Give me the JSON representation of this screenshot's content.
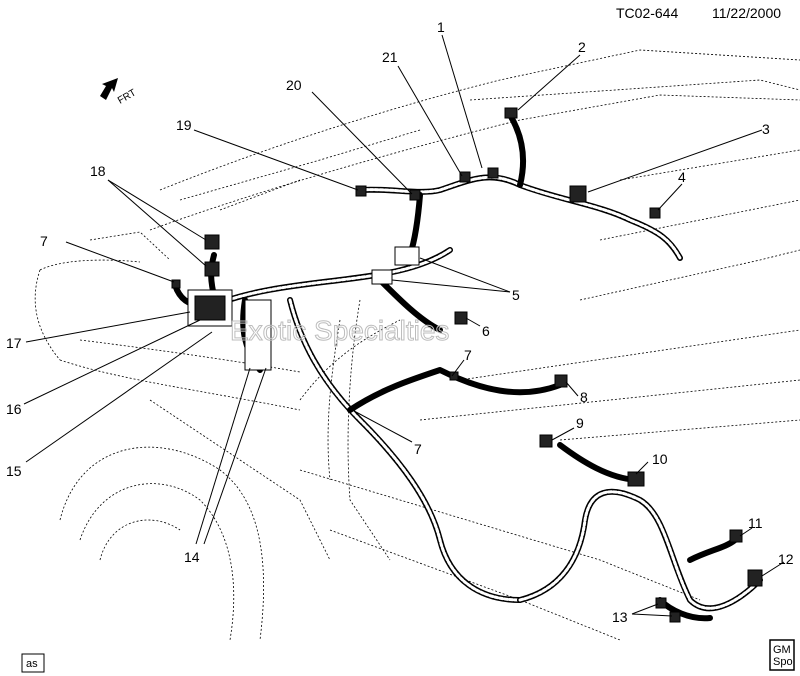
{
  "header": {
    "code": "TC02-644",
    "date": "11/22/2000"
  },
  "direction": {
    "label": "FRT"
  },
  "watermark": "Exotic Specialties",
  "badge_left": "as",
  "badge_right": {
    "top": "GM",
    "bottom": "Spo"
  },
  "callouts": [
    "1",
    "2",
    "3",
    "4",
    "5",
    "6",
    "7",
    "7",
    "7",
    "8",
    "9",
    "10",
    "11",
    "12",
    "13",
    "14",
    "15",
    "16",
    "17",
    "18",
    "19",
    "20",
    "21"
  ]
}
